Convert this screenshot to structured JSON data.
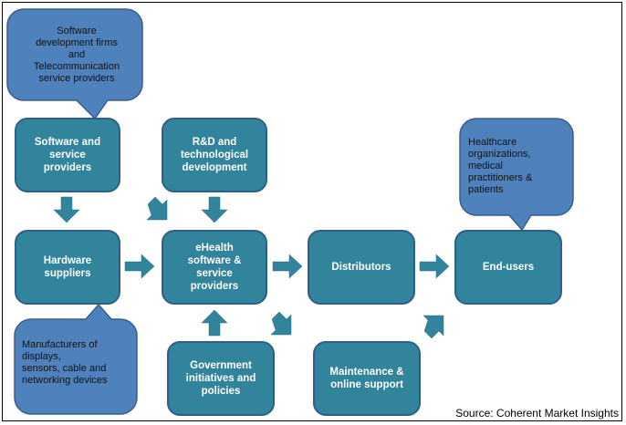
{
  "colors": {
    "box_fill": "#31849b",
    "box_border": "#2e5e8a",
    "callout_fill": "#4f81bd",
    "callout_border": "#385d8a",
    "arrow": "#31849b"
  },
  "boxes": {
    "software_service": "Software  and service providers",
    "hardware": "Hardware suppliers",
    "rnd": "R&D and technological development",
    "ehealth": "eHealth software & service providers",
    "government": "Government initiatives and policies",
    "distributors": "Distributors",
    "maintenance": "Maintenance & online support",
    "end_users": "End-users"
  },
  "callouts": {
    "software_dev": [
      "Software",
      "development firms",
      "and",
      "Telecommunication",
      "service providers"
    ],
    "manufacturers": [
      "Manufacturers of",
      "displays,",
      "sensors, cable and",
      "networking devices"
    ],
    "healthcare": [
      "Healthcare",
      "organizations,",
      "medical",
      "practitioners &",
      "patients"
    ]
  },
  "source": "Source: Coherent Market Insights"
}
